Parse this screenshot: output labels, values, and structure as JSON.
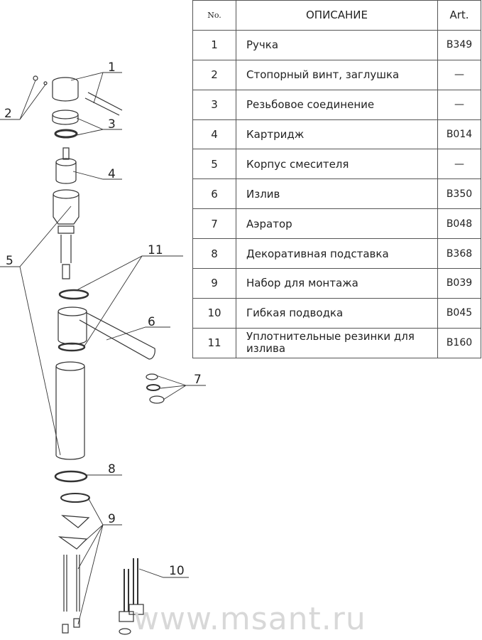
{
  "table": {
    "headers": {
      "no": "No.",
      "desc": "ОПИСАНИЕ",
      "art": "Art."
    },
    "rows": [
      {
        "no": "1",
        "desc": "Ручка",
        "art": "B349"
      },
      {
        "no": "2",
        "desc": "Стопорный винт, заглушка",
        "art": "—"
      },
      {
        "no": "3",
        "desc": "Резьбовое соединение",
        "art": "—"
      },
      {
        "no": "4",
        "desc": "Картридж",
        "art": "B014"
      },
      {
        "no": "5",
        "desc": "Корпус смесителя",
        "art": "—"
      },
      {
        "no": "6",
        "desc": "Излив",
        "art": "B350"
      },
      {
        "no": "7",
        "desc": "Аэратор",
        "art": "B048"
      },
      {
        "no": "8",
        "desc": "Декоративная подставка",
        "art": "B368"
      },
      {
        "no": "9",
        "desc": "Набор для монтажа",
        "art": "B039"
      },
      {
        "no": "10",
        "desc": "Гибкая подводка",
        "art": "B045"
      },
      {
        "no": "11",
        "desc": "Уплотнительные резинки для излива",
        "art": "B160"
      }
    ]
  },
  "diagram": {
    "callouts": [
      "1",
      "2",
      "3",
      "4",
      "5",
      "6",
      "7",
      "8",
      "9",
      "10",
      "11"
    ]
  },
  "watermark": "www.msant.ru"
}
